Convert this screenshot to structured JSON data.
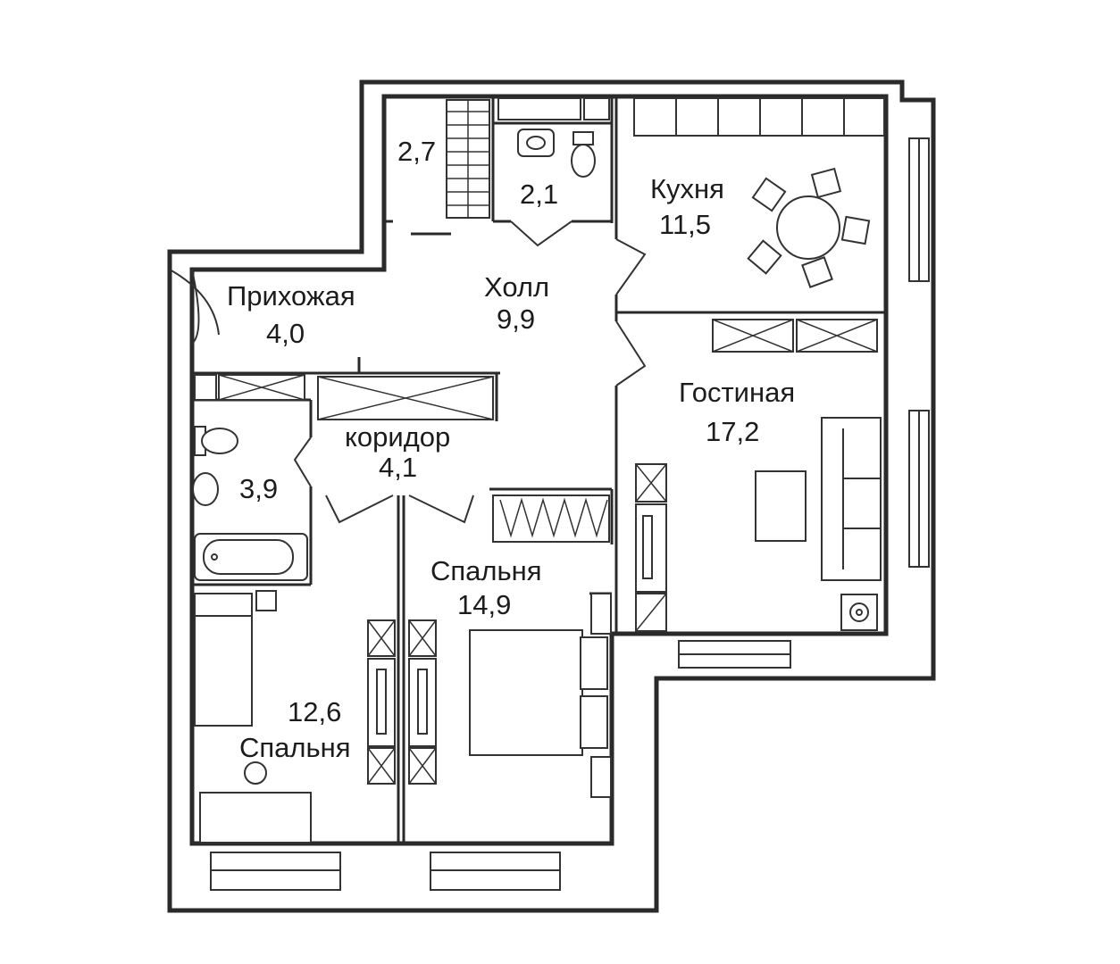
{
  "plan": {
    "rooms": [
      {
        "id": "storage",
        "label": "",
        "area": "2,7"
      },
      {
        "id": "wc",
        "label": "",
        "area": "2,1"
      },
      {
        "id": "kitchen",
        "label": "Кухня",
        "area": "11,5"
      },
      {
        "id": "entrance",
        "label": "Прихожая",
        "area": "4,0"
      },
      {
        "id": "hall",
        "label": "Холл",
        "area": "9,9"
      },
      {
        "id": "living",
        "label": "Гостиная",
        "area": "17,2"
      },
      {
        "id": "bathroom",
        "label": "",
        "area": "3,9"
      },
      {
        "id": "corridor",
        "label": "коридор",
        "area": "4,1"
      },
      {
        "id": "bedroom1",
        "label": "Спальня",
        "area": "14,9"
      },
      {
        "id": "bedroom2",
        "label": "Спальня",
        "area": "12,6"
      }
    ],
    "colors": {
      "walls": "#2a2a2a",
      "text": "#1c1c1c",
      "background": "#ffffff"
    }
  }
}
